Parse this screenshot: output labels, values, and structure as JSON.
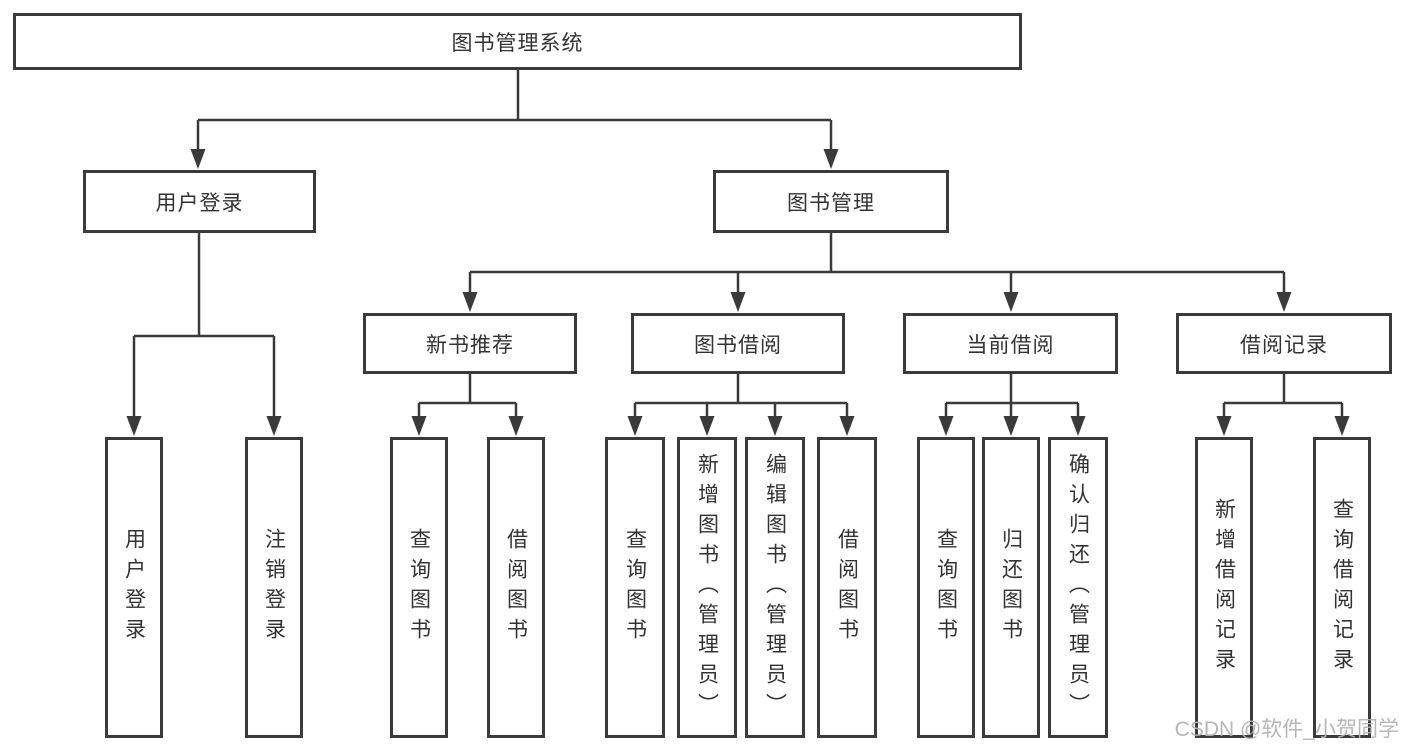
{
  "tree": {
    "label": "图书管理系统",
    "children": [
      {
        "label": "用户登录",
        "children": [
          {
            "label": "用户登录"
          },
          {
            "label": "注销登录"
          }
        ]
      },
      {
        "label": "图书管理",
        "children": [
          {
            "label": "新书推荐",
            "children": [
              {
                "label": "查询图书"
              },
              {
                "label": "借阅图书"
              }
            ]
          },
          {
            "label": "图书借阅",
            "children": [
              {
                "label": "查询图书"
              },
              {
                "label": "新增图书（管理员）"
              },
              {
                "label": "编辑图书（管理员）"
              },
              {
                "label": "借阅图书"
              }
            ]
          },
          {
            "label": "当前借阅",
            "children": [
              {
                "label": "查询图书"
              },
              {
                "label": "归还图书"
              },
              {
                "label": "确认归还（管理员）"
              }
            ]
          },
          {
            "label": "借阅记录",
            "children": [
              {
                "label": "新增借阅记录"
              },
              {
                "label": "查询借阅记录"
              }
            ]
          }
        ]
      }
    ]
  },
  "watermark": {
    "text": "CSDN @软件_小贺同学"
  },
  "colors": {
    "line": "#3a3a3a",
    "border": "#3a3a3a",
    "text": "#333333",
    "watermark": "#b3b3b3",
    "background": "#ffffff"
  }
}
